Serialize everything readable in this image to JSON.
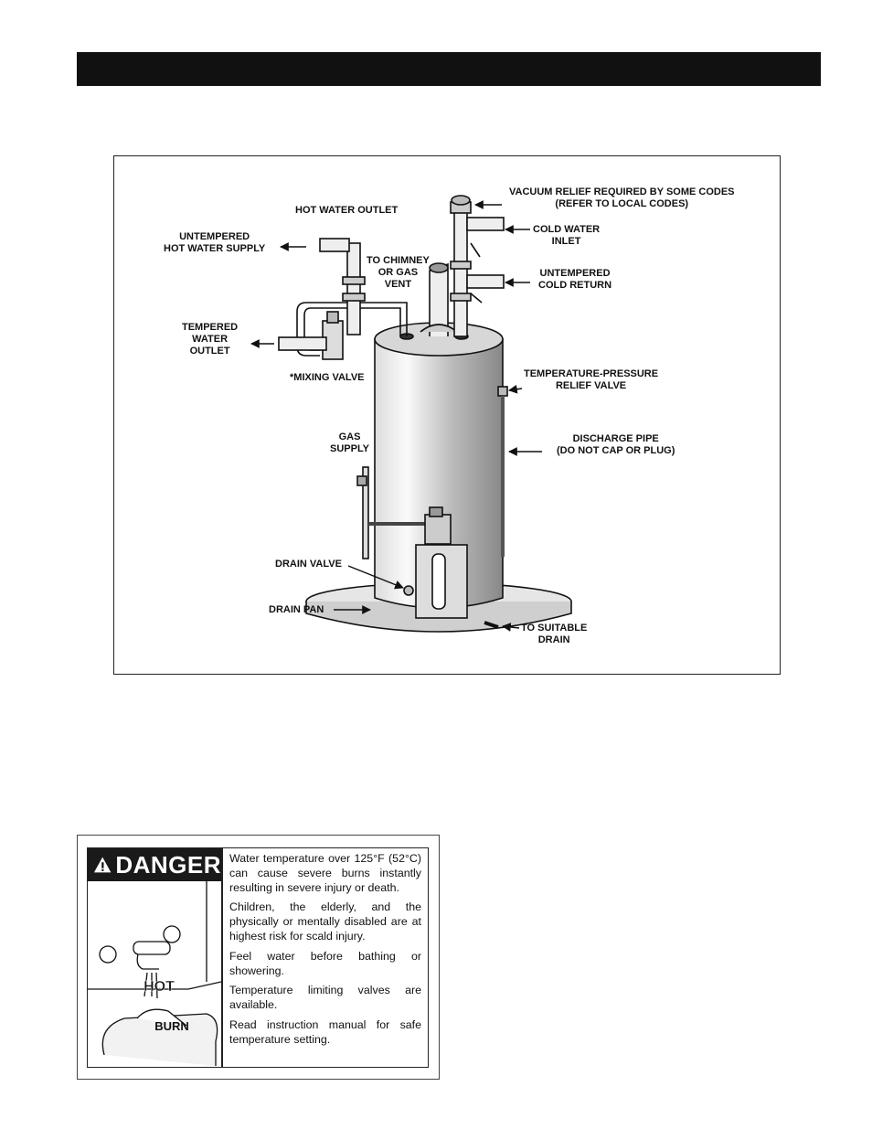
{
  "diagram": {
    "labels": {
      "vacuum_relief": [
        "VACUUM RELIEF REQUIRED BY SOME CODES",
        "(REFER TO LOCAL CODES)"
      ],
      "hot_water_outlet": [
        "HOT WATER OUTLET"
      ],
      "cold_water_inlet": [
        "COLD WATER",
        "INLET"
      ],
      "untempered_hot_supply": [
        "UNTEMPERED",
        "HOT WATER SUPPLY"
      ],
      "to_chimney": [
        "TO CHIMNEY",
        "OR GAS",
        "VENT"
      ],
      "untempered_cold_return": [
        "UNTEMPERED",
        "COLD RETURN"
      ],
      "tempered_outlet": [
        "TEMPERED",
        "WATER",
        "OUTLET"
      ],
      "mixing_valve": [
        "*MIXING VALVE"
      ],
      "tp_relief": [
        "TEMPERATURE-PRESSURE",
        "RELIEF VALVE"
      ],
      "gas_supply": [
        "GAS",
        "SUPPLY"
      ],
      "discharge_pipe": [
        "DISCHARGE PIPE",
        "(DO NOT CAP OR PLUG)"
      ],
      "drain_valve": [
        "DRAIN VALVE"
      ],
      "drain_pan": [
        "DRAIN PAN"
      ],
      "to_drain": [
        "TO SUITABLE",
        "DRAIN"
      ]
    }
  },
  "danger_label": {
    "signal_word": "DANGER",
    "illustration_text": {
      "hot": "HOT",
      "burn": "BURN"
    },
    "messages": [
      "Water temperature over 125°F (52°C) can cause severe burns instantly resulting in severe injury or death.",
      "Children, the elderly, and the physically or mentally disabled are at highest risk for scald injury.",
      "Feel water before bathing or showering.",
      "Temperature limiting valves are available.",
      "Read instruction manual for safe temperature setting."
    ]
  }
}
